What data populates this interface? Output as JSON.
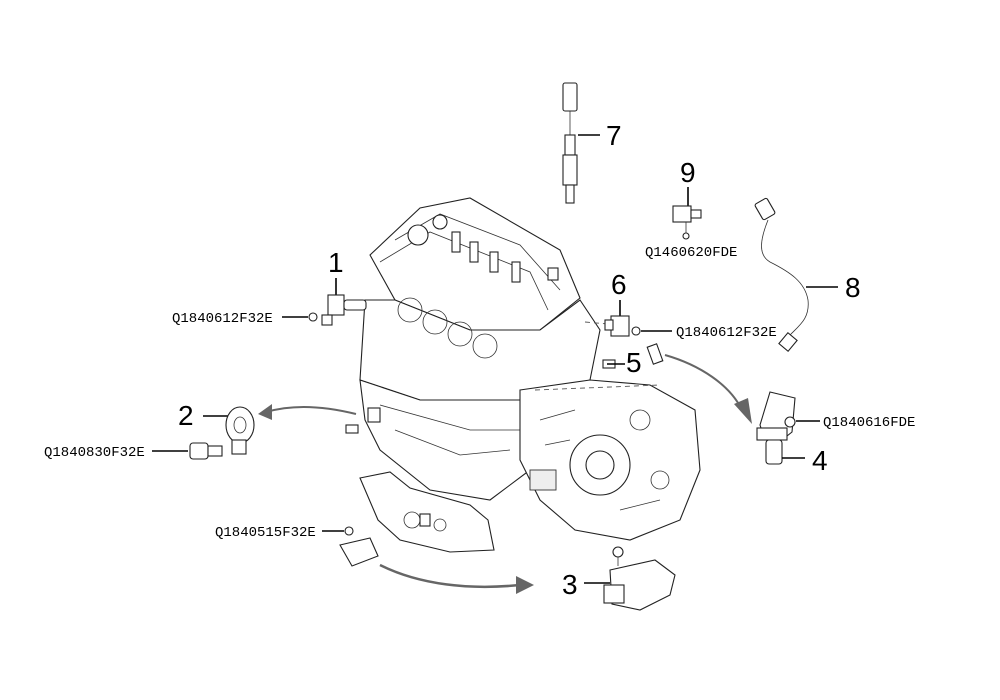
{
  "callouts": [
    "1",
    "2",
    "3",
    "4",
    "5",
    "6",
    "7",
    "8",
    "9"
  ],
  "part_numbers": {
    "p1": "Q1840612F32E",
    "p2": "Q1840830F32E",
    "p3": "Q1840515F32E",
    "p4": "Q1840616FDE",
    "p6": "Q1840612F32E",
    "p9": "Q1460620FDE"
  }
}
